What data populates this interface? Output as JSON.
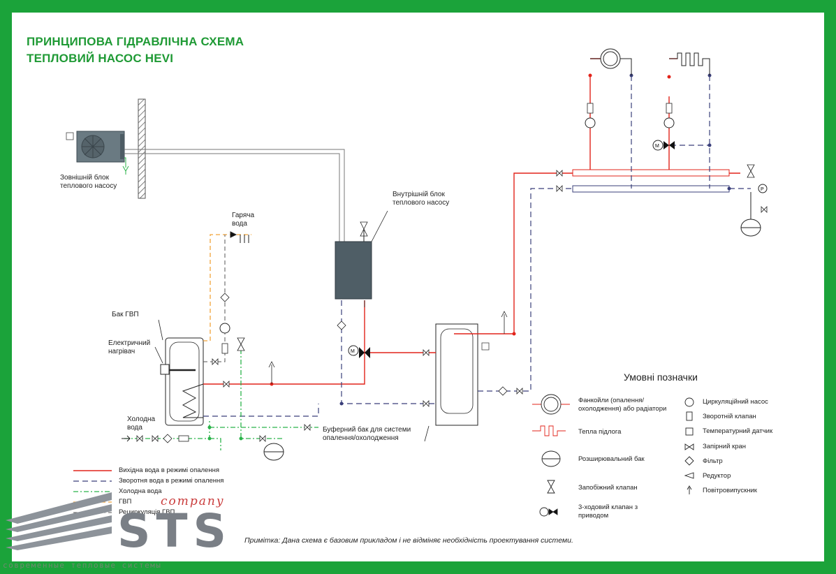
{
  "title": {
    "line1": "ПРИНЦИПОВА ГІДРАВЛІЧНА СХЕМА",
    "line2": "ТЕПЛОВИЙ НАСОС HEVI"
  },
  "labels": {
    "outdoor_unit": [
      "Зовнішній блок",
      "теплового насосу"
    ],
    "indoor_unit": [
      "Внутрішній блок",
      "теплового насосу"
    ],
    "hot_water": [
      "Гаряча",
      "вода"
    ],
    "dhw_tank": "Бак ГВП",
    "electric_heater": [
      "Електричний",
      "нагрівач"
    ],
    "cold_water": [
      "Холодна",
      "вода"
    ],
    "buffer_tank": [
      "Буферний бак для системи",
      "опалення/охолодження"
    ]
  },
  "line_legend": [
    {
      "label": "Вихідна вода в режимі опалення",
      "color": "#e2231a",
      "style": "solid"
    },
    {
      "label": "Зворотня вода в режимі опалення",
      "color": "#3a3f7a",
      "style": "dashed"
    },
    {
      "label": "Холодна вода",
      "color": "#2bb34a",
      "style": "dashdot"
    },
    {
      "label": "ГВП",
      "color": "#f2a33a",
      "style": "dashed"
    },
    {
      "label": "Рециркуляція ГВП",
      "color": "#555555",
      "style": "dashed"
    }
  ],
  "symbol_legend": {
    "title": "Умовні позначки",
    "left": [
      {
        "label": "Фанкойли (опалення/ охолодження) або радіатори",
        "icon": "fancoil-icon"
      },
      {
        "label": "Тепла підлога",
        "icon": "floor-heating-icon"
      },
      {
        "label": "Розширювальний бак",
        "icon": "expansion-tank-icon"
      },
      {
        "label": "Запобіжний клапан",
        "icon": "safety-valve-icon"
      },
      {
        "label": "3-ходовий клапан з приводом",
        "icon": "three-way-valve-icon"
      }
    ],
    "right": [
      {
        "label": "Циркуляційний насос",
        "icon": "pump-icon"
      },
      {
        "label": "Зворотній клапан",
        "icon": "check-valve-icon"
      },
      {
        "label": "Температурний датчик",
        "icon": "temp-sensor-icon"
      },
      {
        "label": "Запірний кран",
        "icon": "shutoff-valve-icon"
      },
      {
        "label": "Фільтр",
        "icon": "filter-icon"
      },
      {
        "label": "Редуктор",
        "icon": "reducer-icon"
      },
      {
        "label": "Повітровипускник",
        "icon": "air-vent-icon"
      }
    ]
  },
  "note": "Примітка: Дана схема є базовим прикладом і не відміняє необхідність проектування системи.",
  "logo": {
    "company": "company",
    "brand": "STS",
    "tagline": "современные тепловые системы"
  },
  "colors": {
    "heating_out": "#e2231a",
    "heating_return": "#3a3f7a",
    "cold": "#2bb34a",
    "dhw": "#f2a33a",
    "frame": "#1ba33a",
    "title": "#1f9a35"
  }
}
